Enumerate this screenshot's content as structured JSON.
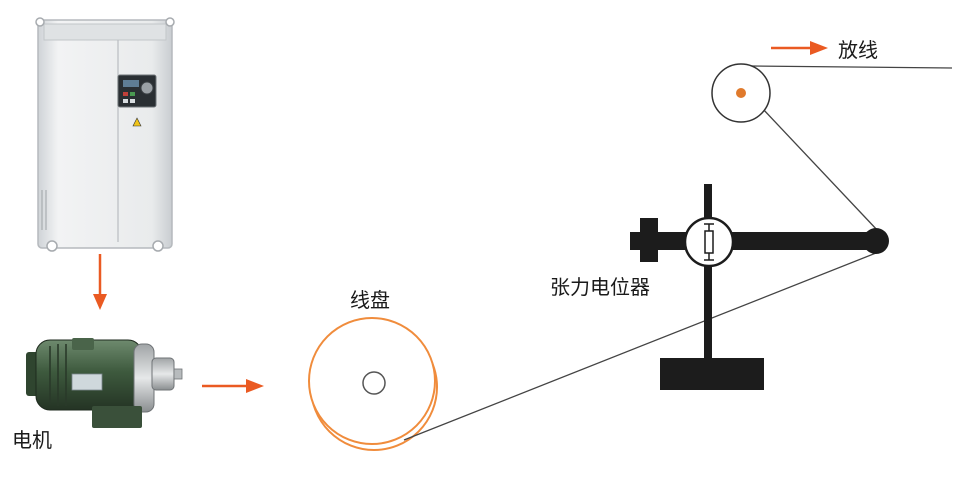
{
  "labels": {
    "payoff": "放线",
    "spool": "线盘",
    "potentiometer": "张力电位器",
    "motor": "电机"
  },
  "colors": {
    "arrow": "#ea5a22",
    "wire": "#444444",
    "bar": "#1c1c1c",
    "spool_edge": "#f08c3c",
    "inverter_body": "#e6e8ea",
    "motor_body": "#3e5a3e"
  },
  "icons": {
    "inverter": "frequency-inverter-icon",
    "motor": "gear-motor-icon",
    "spool": "wire-spool-icon",
    "potentiometer": "tension-potentiometer-icon",
    "pulley": "guide-pulley-icon"
  }
}
